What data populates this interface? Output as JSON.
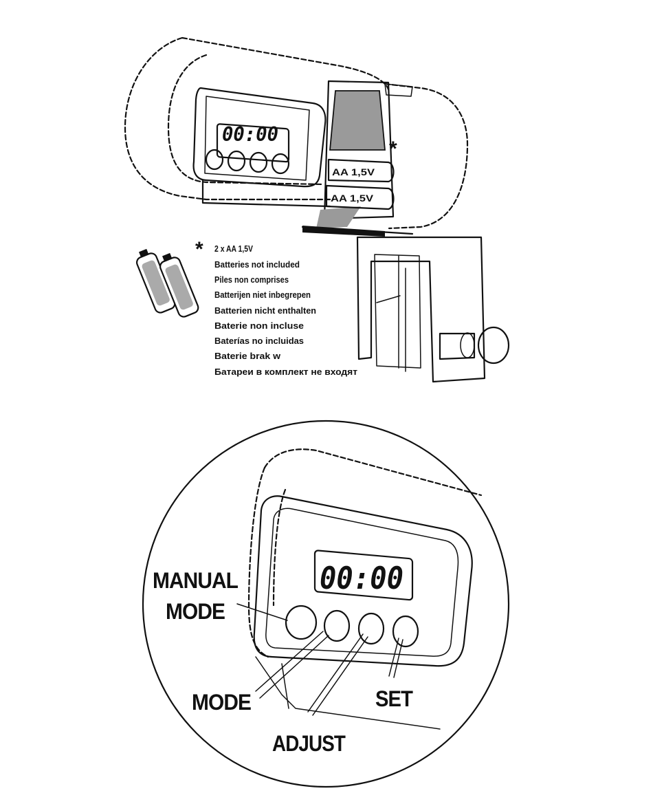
{
  "device": {
    "display_top": "00:00",
    "display_zoom": "00:00",
    "battery_slot_upper": "AA 1,5V",
    "battery_slot_lower": "AA 1,5V"
  },
  "battery_note": {
    "star": "*",
    "lines": [
      "2 x AA 1,5V",
      "Batteries not included",
      "Piles non comprises",
      "Batterijen niet inbegrepen",
      "Batterien nicht enthalten",
      "Baterie non incluse",
      "Baterías no incluidas",
      "Baterie brak w",
      "Батареи в комплект не входят"
    ]
  },
  "labels": {
    "manual_mode_line1": "MANUAL",
    "manual_mode_line2": "MODE",
    "mode": "MODE",
    "adjust": "ADJUST",
    "set": "SET"
  },
  "colors": {
    "ink": "#111111",
    "battery_compartment": "#9a9a9a"
  }
}
